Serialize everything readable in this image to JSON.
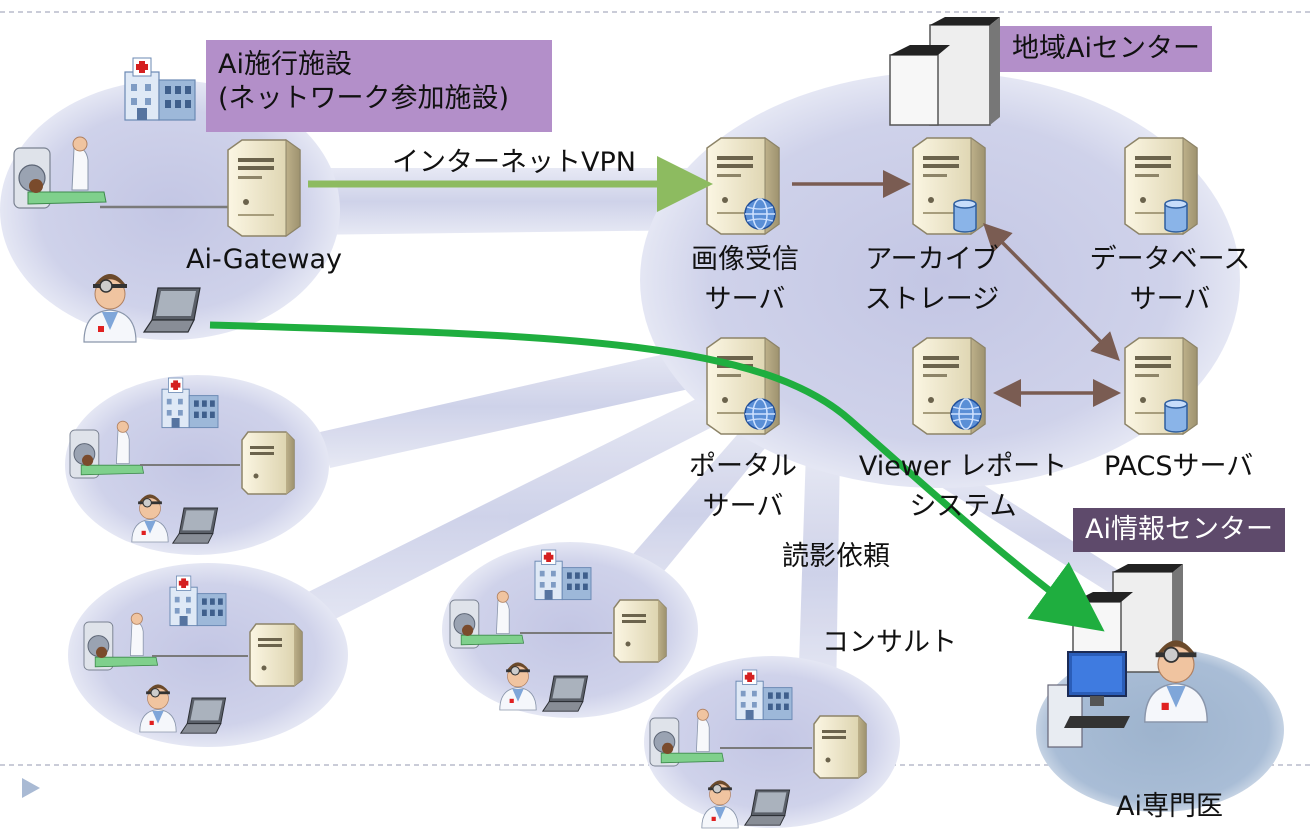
{
  "facility_box": {
    "line1": "Ai施行施設",
    "line2": "(ネットワーク参加施設)"
  },
  "center_box": "地域Aiセンター",
  "info_center_box": "Ai情報センター",
  "labels": {
    "vpn": "インターネットVPN",
    "gateway": "Ai-Gateway",
    "image_receive": [
      "画像受信",
      "サーバ"
    ],
    "archive": [
      "アーカイブ",
      "ストレージ"
    ],
    "database": [
      "データベース",
      "サーバ"
    ],
    "portal": [
      "ポータル",
      "サーバ"
    ],
    "viewer": [
      "Viewer レポート",
      "システム"
    ],
    "pacs": "PACSサーバ",
    "reading_request": "読影依頼",
    "consult": "コンサルト",
    "specialist": "Ai専門医"
  },
  "colors": {
    "ellipse": "#c9cce6",
    "ellipse_edge": "#e9eaf6",
    "link_band": "#d7dbee",
    "green_arrow": "#1fae3f",
    "light_green_arrow": "#8dbb60",
    "brown_arrow": "#7a5c52",
    "box_purple": "#b38fc9",
    "box_dark": "#5e4a6b",
    "server": "#f0e8cc"
  },
  "icons": [
    "hospital-icon",
    "office-building-icon",
    "server-icon",
    "globe-icon",
    "database-icon",
    "doctor-icon",
    "laptop-icon",
    "ct-scanner-icon",
    "desktop-computer-icon",
    "play-triangle-icon"
  ]
}
